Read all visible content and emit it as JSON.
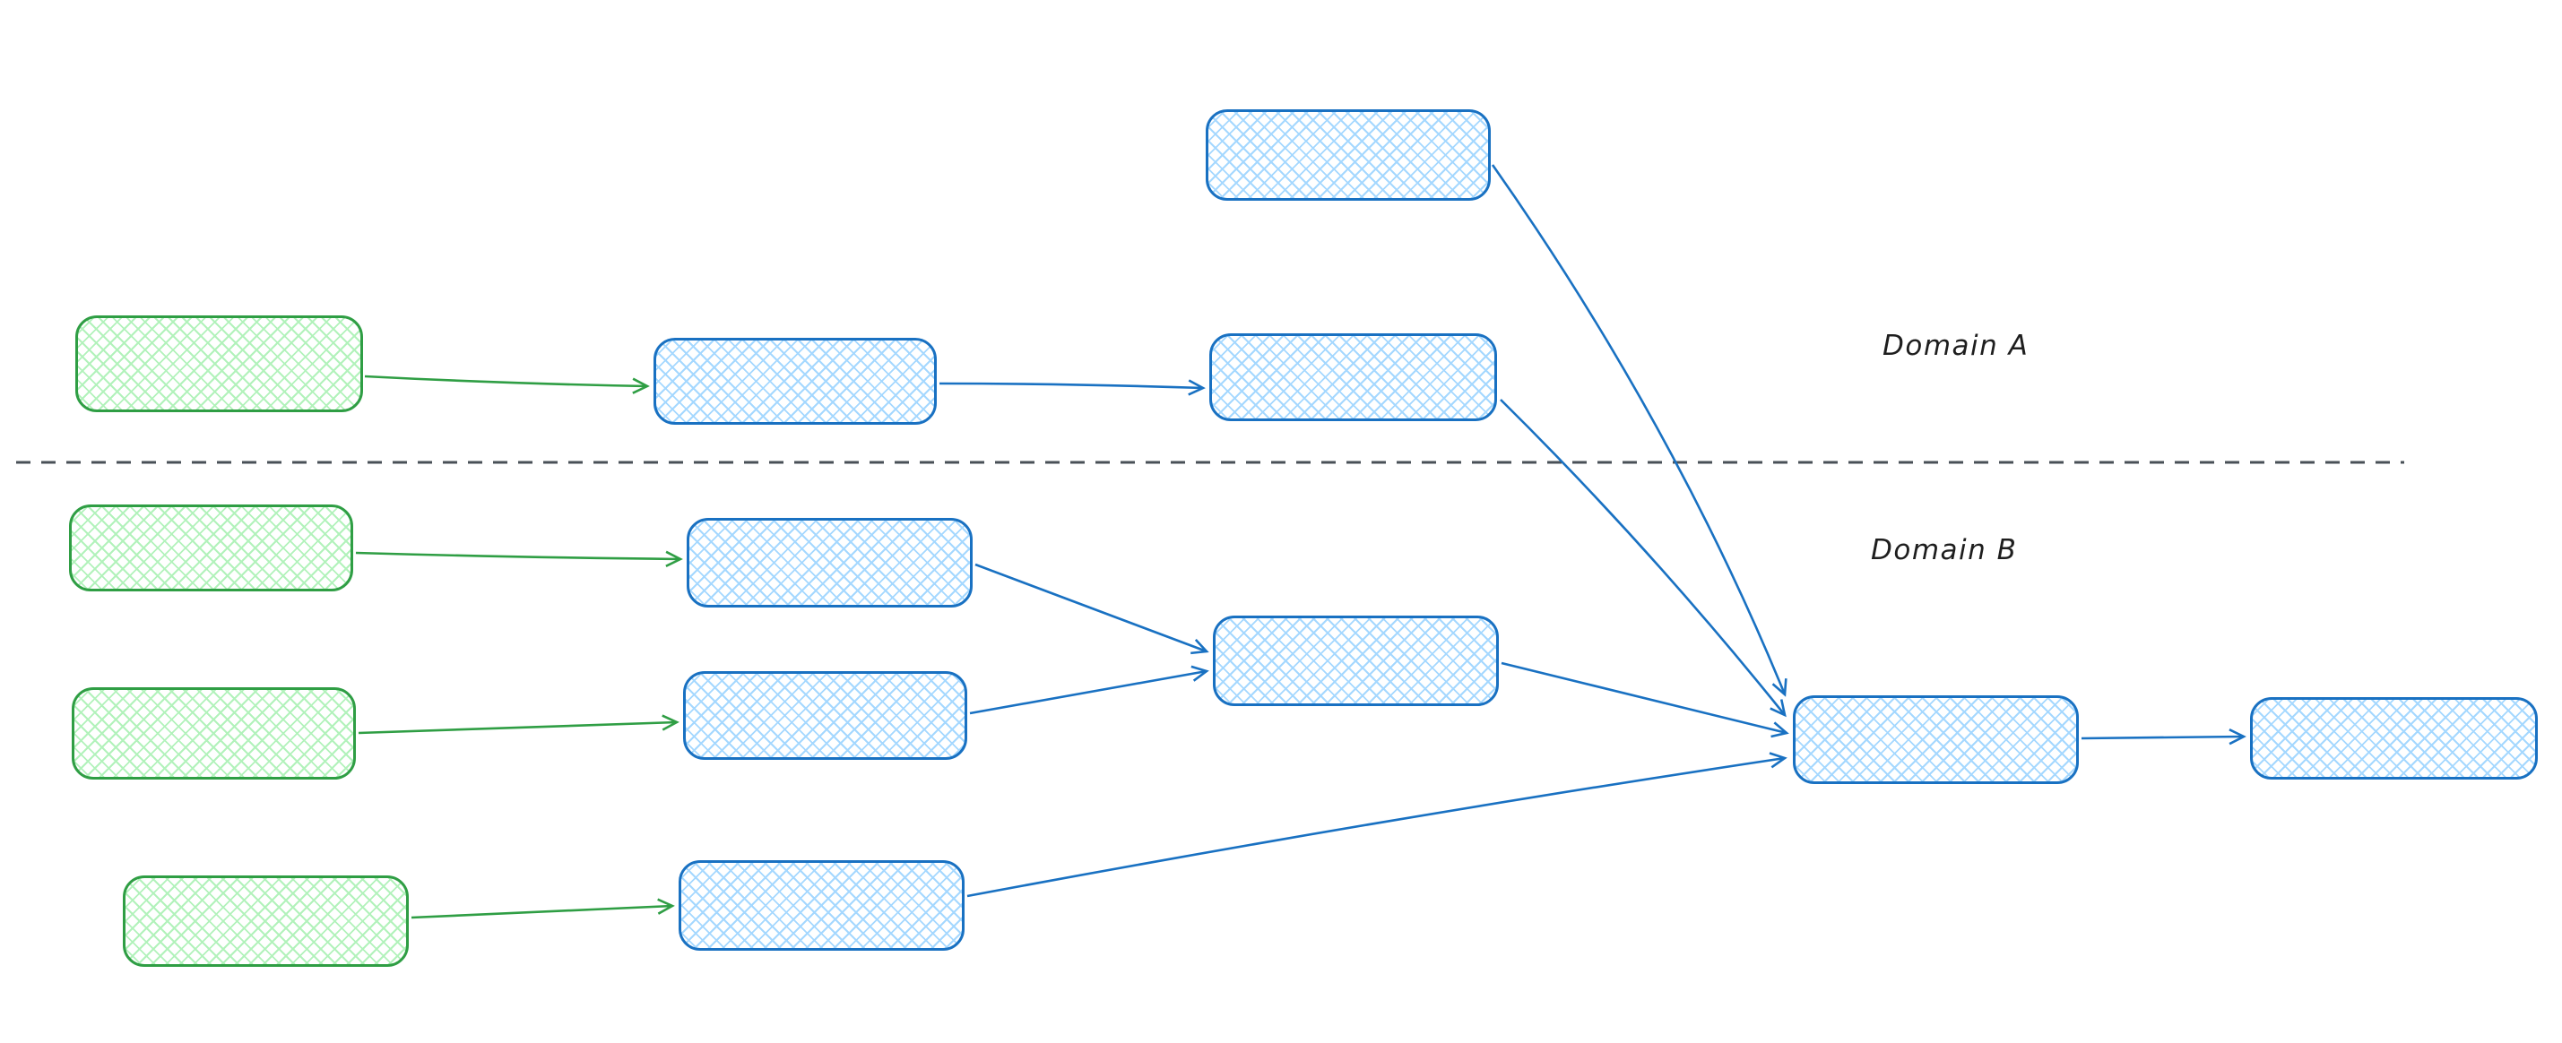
{
  "labels": {
    "domain_a": "Domain A",
    "domain_b": "Domain B"
  },
  "colors": {
    "green-stroke": "#2f9e44",
    "green-fill": "#b2f2bb",
    "blue-stroke": "#1971c2",
    "blue-fill": "#a5d8ff",
    "divider": "#495057",
    "label-text": "#1e1e1e",
    "canvas-bg": "#ffffff"
  },
  "diagram": {
    "type": "flow",
    "divider": "dashed horizontal line separating Domain A (above) from Domain B (below)",
    "domains": [
      {
        "name": "Domain A",
        "nodes": [
          "node-external-top",
          "node-source-a",
          "node-stage-a1",
          "node-stage-a2"
        ]
      },
      {
        "name": "Domain B",
        "nodes": [
          "node-source-b1",
          "node-stage-b1",
          "node-source-b2",
          "node-stage-b2",
          "node-merge-b",
          "node-source-b3",
          "node-stage-b3",
          "node-hub",
          "node-final"
        ]
      }
    ],
    "nodes": [
      {
        "id": "node-external-top",
        "color": "blue",
        "fill_style": "cross-hatch",
        "domain": "A"
      },
      {
        "id": "node-source-a",
        "color": "green",
        "fill_style": "cross-hatch",
        "domain": "A"
      },
      {
        "id": "node-stage-a1",
        "color": "blue",
        "fill_style": "cross-hatch",
        "domain": "A"
      },
      {
        "id": "node-stage-a2",
        "color": "blue",
        "fill_style": "cross-hatch",
        "domain": "A"
      },
      {
        "id": "node-source-b1",
        "color": "green",
        "fill_style": "cross-hatch",
        "domain": "B"
      },
      {
        "id": "node-stage-b1",
        "color": "blue",
        "fill_style": "cross-hatch",
        "domain": "B"
      },
      {
        "id": "node-source-b2",
        "color": "green",
        "fill_style": "cross-hatch",
        "domain": "B"
      },
      {
        "id": "node-stage-b2",
        "color": "blue",
        "fill_style": "cross-hatch",
        "domain": "B"
      },
      {
        "id": "node-merge-b",
        "color": "blue",
        "fill_style": "cross-hatch",
        "domain": "B"
      },
      {
        "id": "node-source-b3",
        "color": "green",
        "fill_style": "cross-hatch",
        "domain": "B"
      },
      {
        "id": "node-stage-b3",
        "color": "blue",
        "fill_style": "cross-hatch",
        "domain": "B"
      },
      {
        "id": "node-hub",
        "color": "blue",
        "fill_style": "cross-hatch",
        "domain": "B"
      },
      {
        "id": "node-final",
        "color": "blue",
        "fill_style": "cross-hatch",
        "domain": "B"
      }
    ],
    "edges": [
      {
        "from": "node-source-a",
        "to": "node-stage-a1",
        "color": "green"
      },
      {
        "from": "node-stage-a1",
        "to": "node-stage-a2",
        "color": "blue"
      },
      {
        "from": "node-external-top",
        "to": "node-hub",
        "color": "blue"
      },
      {
        "from": "node-stage-a2",
        "to": "node-hub",
        "color": "blue"
      },
      {
        "from": "node-source-b1",
        "to": "node-stage-b1",
        "color": "green"
      },
      {
        "from": "node-source-b2",
        "to": "node-stage-b2",
        "color": "green"
      },
      {
        "from": "node-stage-b1",
        "to": "node-merge-b",
        "color": "blue"
      },
      {
        "from": "node-stage-b2",
        "to": "node-merge-b",
        "color": "blue"
      },
      {
        "from": "node-merge-b",
        "to": "node-hub",
        "color": "blue"
      },
      {
        "from": "node-source-b3",
        "to": "node-stage-b3",
        "color": "green"
      },
      {
        "from": "node-stage-b3",
        "to": "node-hub",
        "color": "blue"
      },
      {
        "from": "node-hub",
        "to": "node-final",
        "color": "blue"
      }
    ]
  }
}
